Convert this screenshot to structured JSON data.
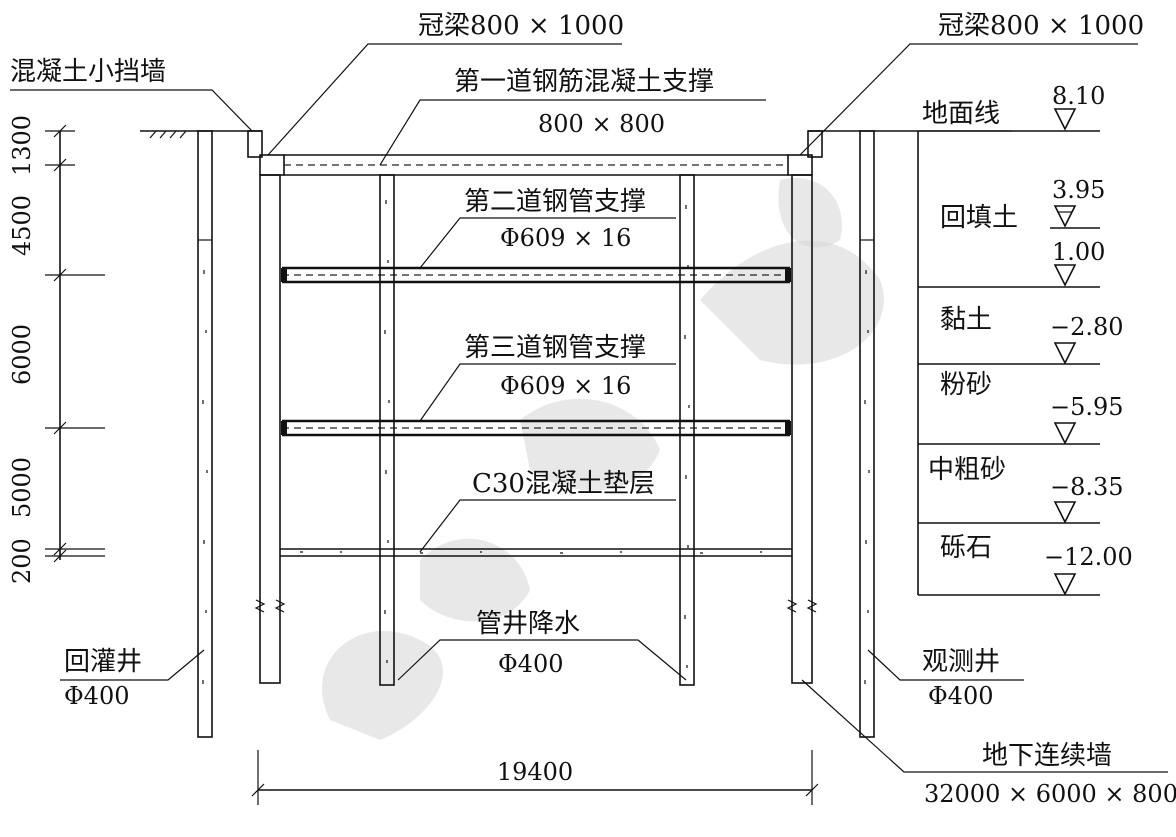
{
  "labels": {
    "small_retaining_wall": "混凝土小挡墙",
    "crown_beam_left": "冠梁800 × 1000",
    "crown_beam_right": "冠梁800 × 1000",
    "strut1_title": "第一道钢筋混凝土支撑",
    "strut1_size": "800 × 800",
    "strut2_title": "第二道钢管支撑",
    "strut2_size": "Φ609 × 16",
    "strut3_title": "第三道钢管支撑",
    "strut3_size": "Φ609 × 16",
    "cushion": "C30混凝土垫层",
    "dewatering_title": "管井降水",
    "dewatering_size": "Φ400",
    "recharge_well_title": "回灌井",
    "recharge_well_size": "Φ400",
    "observation_well_title": "观测井",
    "observation_well_size": "Φ400",
    "diaphragm_wall_title": "地下连续墙",
    "diaphragm_wall_size": "32000 × 6000 × 800",
    "ground_line": "地面线",
    "width_dimension": "19400"
  },
  "vertical_dimensions": [
    "1300",
    "4500",
    "6000",
    "5000",
    "200"
  ],
  "soil_layers": [
    "回填土",
    "黏土",
    "粉砂",
    "中粗砂",
    "砾石"
  ],
  "elevations": [
    "8.10",
    "3.95",
    "1.00",
    "−2.80",
    "−5.95",
    "−8.35",
    "−12.00"
  ],
  "watermark_color": "#d6d6d6"
}
